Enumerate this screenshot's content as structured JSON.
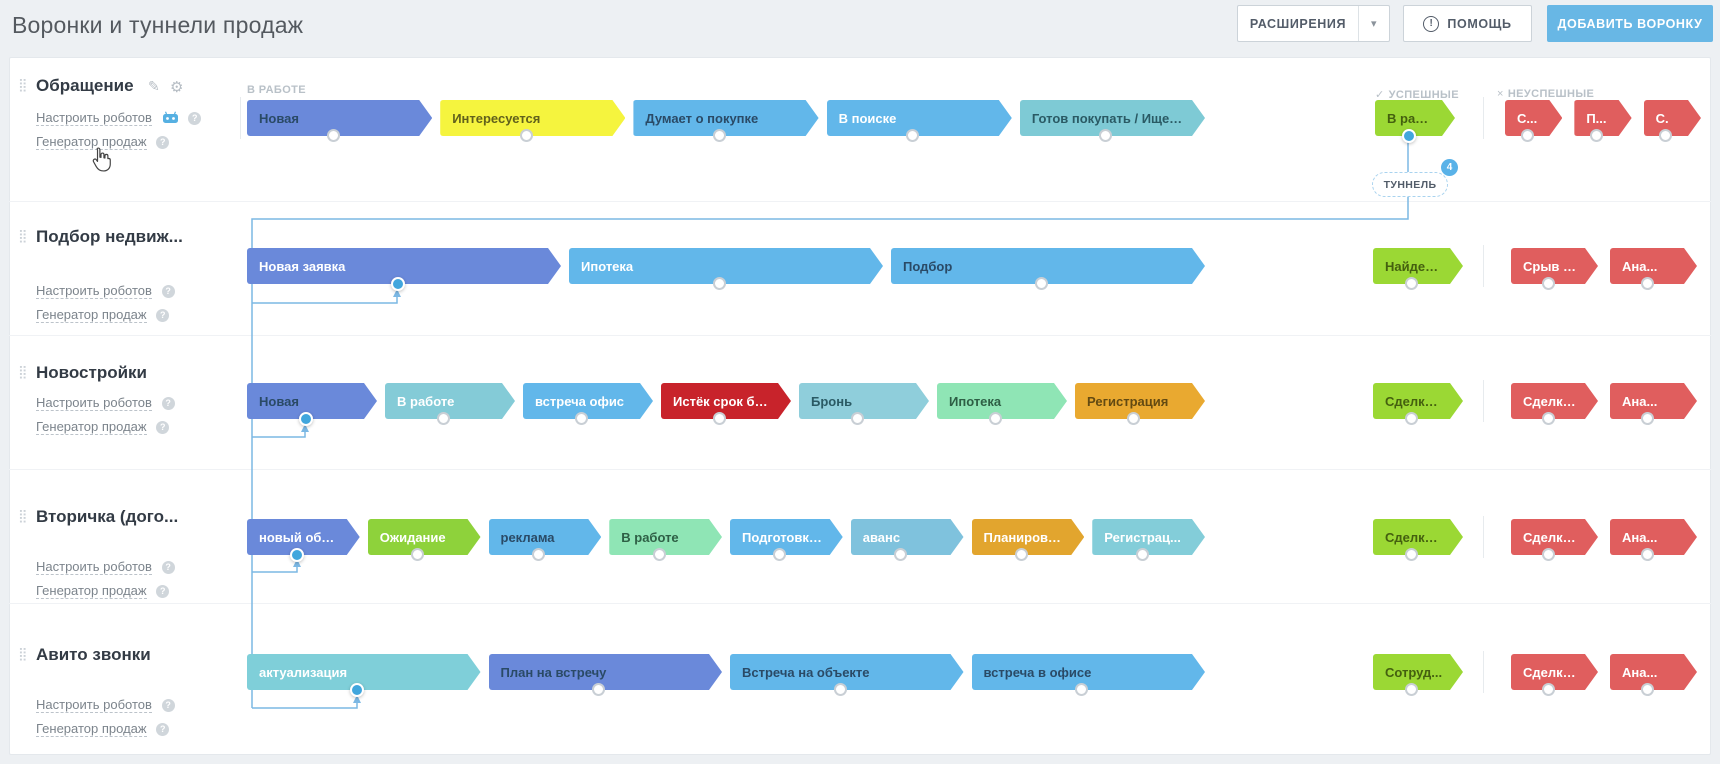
{
  "page": {
    "title": "Воронки и туннели продаж",
    "accent_color": "#68b7e5"
  },
  "toolbar": {
    "extensions_label": "РАСШИРЕНИЯ",
    "help_label": "ПОМОЩЬ",
    "add_funnel_label": "ДОБАВИТЬ ВОРОНКУ"
  },
  "headers": {
    "in_progress": "В РАБОТЕ",
    "success": "УСПЕШНЫЕ",
    "fail": "НЕУСПЕШНЫЕ"
  },
  "tunnel": {
    "label": "ТУННЕЛЬ",
    "count": "4"
  },
  "icons": {
    "caret": "▾",
    "check": "✓",
    "cross": "×",
    "pencil": "✎",
    "gear": "⚙",
    "drag": "⣿",
    "question": "?",
    "exclamation": "!"
  },
  "funnels": [
    {
      "title": "Обращение",
      "links": {
        "robots": "Настроить роботов",
        "generator": "Генератор продаж"
      },
      "stages": [
        {
          "label": "Новая",
          "bg": "#6a89da",
          "fg": "#2a4a66",
          "filled": false
        },
        {
          "label": "Интересуется",
          "bg": "#f5f43e",
          "fg": "#61611c",
          "filled": false
        },
        {
          "label": "Думает о покупке",
          "bg": "#62b7ea",
          "fg": "#2a4a66",
          "filled": false
        },
        {
          "label": "В поиске",
          "bg": "#62b7ea",
          "fg": "#ffffff",
          "filled": false
        },
        {
          "label": "Готов покупать / Ищет ...",
          "bg": "#7ecad5",
          "fg": "#2a5a64",
          "filled": false
        }
      ],
      "success": [
        {
          "label": "В работу",
          "bg": "#9bd834",
          "fg": "#44600f",
          "filled": true
        }
      ],
      "failed": [
        {
          "label": "С...",
          "bg": "#e05e5e",
          "fg": "#ffffff",
          "filled": false
        },
        {
          "label": "П...",
          "bg": "#e05e5e",
          "fg": "#ffffff",
          "filled": false
        },
        {
          "label": "С.",
          "bg": "#e05e5e",
          "fg": "#ffffff",
          "filled": false
        }
      ]
    },
    {
      "title": "Подбор недвиж...",
      "links": {
        "robots": "Настроить роботов",
        "generator": "Генератор продаж"
      },
      "stages": [
        {
          "label": "Новая заявка",
          "bg": "#6a89da",
          "fg": "#ffffff",
          "filled": true
        },
        {
          "label": "Ипотека",
          "bg": "#62b7ea",
          "fg": "#ffffff",
          "filled": false
        },
        {
          "label": "Подбор",
          "bg": "#62b7ea",
          "fg": "#2a4a66",
          "filled": false
        }
      ],
      "success": [
        {
          "label": "Найден...",
          "bg": "#9bd834",
          "fg": "#44600f",
          "filled": false
        }
      ],
      "failed": [
        {
          "label": "Срыв к...",
          "bg": "#e05e5e",
          "fg": "#ffffff",
          "filled": false
        },
        {
          "label": "Ана...",
          "bg": "#e05e5e",
          "fg": "#ffffff",
          "filled": false
        }
      ]
    },
    {
      "title": "Новостройки",
      "links": {
        "robots": "Настроить роботов",
        "generator": "Генератор продаж"
      },
      "stages": [
        {
          "label": "Новая",
          "bg": "#6a89da",
          "fg": "#2a4a66",
          "filled": true
        },
        {
          "label": "В работе",
          "bg": "#84cbd7",
          "fg": "#ffffff",
          "filled": false
        },
        {
          "label": "встреча офис",
          "bg": "#62b7ea",
          "fg": "#ffffff",
          "filled": false
        },
        {
          "label": "Истёк срок бро...",
          "bg": "#c8232b",
          "fg": "#ffffff",
          "filled": false
        },
        {
          "label": "Бронь",
          "bg": "#8fcedb",
          "fg": "#2a5a64",
          "filled": false
        },
        {
          "label": "Ипотека",
          "bg": "#8fe5b5",
          "fg": "#2e5f45",
          "filled": false
        },
        {
          "label": "Регистрация",
          "bg": "#e9a930",
          "fg": "#634a12",
          "filled": false
        }
      ],
      "success": [
        {
          "label": "Сделка ...",
          "bg": "#9bd834",
          "fg": "#44600f",
          "filled": false
        }
      ],
      "failed": [
        {
          "label": "Сделка...",
          "bg": "#e05e5e",
          "fg": "#ffffff",
          "filled": false
        },
        {
          "label": "Ана...",
          "bg": "#e05e5e",
          "fg": "#ffffff",
          "filled": false
        }
      ]
    },
    {
      "title": "Вторичка (дого...",
      "links": {
        "robots": "Настроить роботов",
        "generator": "Генератор продаж"
      },
      "stages": [
        {
          "label": "новый объект",
          "bg": "#6a89da",
          "fg": "#ffffff",
          "filled": true
        },
        {
          "label": "Ожидание",
          "bg": "#8ed23b",
          "fg": "#ffffff",
          "filled": false
        },
        {
          "label": "реклама",
          "bg": "#62b7ea",
          "fg": "#2a4a66",
          "filled": false
        },
        {
          "label": "В работе",
          "bg": "#8fe5b5",
          "fg": "#2e5f45",
          "filled": false
        },
        {
          "label": "Подготовка ...",
          "bg": "#62b7ea",
          "fg": "#ffffff",
          "filled": false
        },
        {
          "label": "аванс",
          "bg": "#7fc2dd",
          "fg": "#ffffff",
          "filled": false
        },
        {
          "label": "Планирован...",
          "bg": "#e2a52e",
          "fg": "#ffffff",
          "filled": false
        },
        {
          "label": "Регистрац...",
          "bg": "#83cdd9",
          "fg": "#ffffff",
          "filled": false
        }
      ],
      "success": [
        {
          "label": "Сделка ...",
          "bg": "#9bd834",
          "fg": "#44600f",
          "filled": false
        }
      ],
      "failed": [
        {
          "label": "Сделка...",
          "bg": "#e05e5e",
          "fg": "#ffffff",
          "filled": false
        },
        {
          "label": "Ана...",
          "bg": "#e05e5e",
          "fg": "#ffffff",
          "filled": false
        }
      ]
    },
    {
      "title": "Авито звонки",
      "links": {
        "robots": "Настроить роботов",
        "generator": "Генератор продаж"
      },
      "stages": [
        {
          "label": "актуализация",
          "bg": "#7fcfd9",
          "fg": "#ffffff",
          "filled": true
        },
        {
          "label": "План на встречу",
          "bg": "#6a89da",
          "fg": "#2a4a66",
          "filled": false
        },
        {
          "label": "Встреча на объекте",
          "bg": "#62b7ea",
          "fg": "#2a4a66",
          "filled": false
        },
        {
          "label": "встреча в офисе",
          "bg": "#62b7ea",
          "fg": "#2a4a66",
          "filled": false
        }
      ],
      "success": [
        {
          "label": "Сотруд...",
          "bg": "#9bd834",
          "fg": "#44600f",
          "filled": false
        }
      ],
      "failed": [
        {
          "label": "Сделка...",
          "bg": "#e05e5e",
          "fg": "#ffffff",
          "filled": false
        },
        {
          "label": "Ана...",
          "bg": "#e05e5e",
          "fg": "#ffffff",
          "filled": false
        }
      ]
    }
  ]
}
